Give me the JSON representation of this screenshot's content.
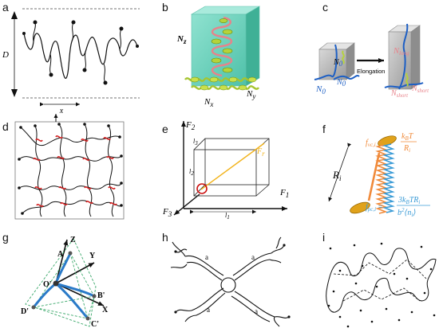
{
  "panels": {
    "a": {
      "label": "a",
      "height_label": "D",
      "width_label": "x"
    },
    "b": {
      "label": "b",
      "nz": "N",
      "nz_sub": "z",
      "nx": "N",
      "nx_sub": "x",
      "ny": "N",
      "ny_sub": "y"
    },
    "c": {
      "label": "c",
      "arrow_label": "Elongation",
      "n": "N",
      "n0": "N",
      "n0_sub": "0",
      "n0b": "N",
      "n0b_sub": "0",
      "nlong": "N",
      "nlong_sub": "long",
      "nshort1": "N",
      "nshort1_sub": "short",
      "nshort2": "N",
      "nshort2_sub": "short"
    },
    "d": {
      "label": "d"
    },
    "e": {
      "label": "e",
      "f1": "F",
      "f1_sub": "1",
      "f2": "F",
      "f2_sub": "2",
      "f3": "F",
      "f3_sub": "3",
      "fr": "F",
      "fr_sub": "r",
      "l1": "l",
      "l1_sub": "1",
      "l2": "l",
      "l2_sub": "2",
      "l3": "l",
      "l3_sub": "3"
    },
    "f": {
      "label": "f",
      "ri": "R",
      "ri_sub": "i",
      "fvc": "f",
      "fvc_sub": "vc,i",
      "fvc_eq": "=",
      "fvc_num": "k",
      "fvc_num_sub": "B",
      "fvc_num_t": "T",
      "fvc_den": "R",
      "fvc_den_sub": "i",
      "fpc": "f",
      "fpc_sub": "pc,i",
      "fpc_eq": "=",
      "fpc_num": "3k",
      "fpc_num_sub": "B",
      "fpc_num_t": "TR",
      "fpc_num_sub2": "i",
      "fpc_den": "b",
      "fpc_den_sup": "2",
      "fpc_den_rest": "⟨n",
      "fpc_den_sub": "i",
      "fpc_den_close": "⟩"
    },
    "g": {
      "label": "g",
      "z": "Z",
      "y": "Y",
      "x": "X",
      "o": "O'",
      "a": "A'",
      "b": "B'",
      "c": "C'",
      "d": "D'"
    },
    "h": {
      "label": "h",
      "a_labels": [
        "a",
        "a",
        "a",
        "a"
      ]
    },
    "i": {
      "label": "i"
    }
  },
  "colors": {
    "cube_fill": "#6fd6c0",
    "helix_pink": "#e8828a",
    "spring_green": "#b5d33a",
    "chain_blue": "#1d5fc4",
    "spring_orange": "#f08a3a",
    "spring_blue": "#3a9bd6",
    "disk_gold": "#e0a21a",
    "red_crosslink": "#d42020",
    "diag_yellow": "#f2b31b",
    "circle_red": "#cc1111",
    "tetra_blue": "#2a7ac8",
    "dash_green": "#3aa86a"
  }
}
